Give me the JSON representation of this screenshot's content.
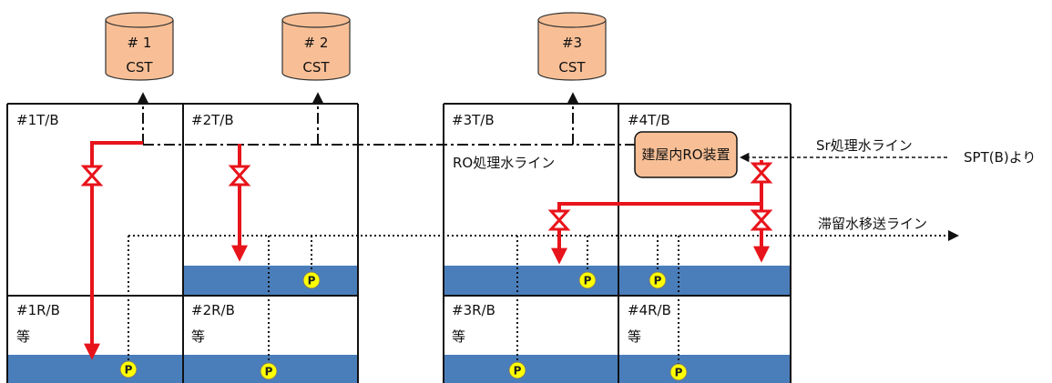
{
  "tanks": [
    {
      "num": "# 1",
      "name": "CST"
    },
    {
      "num": "# 2",
      "name": "CST"
    },
    {
      "num": "#3",
      "name": "CST"
    }
  ],
  "buildings": {
    "turbine": [
      "#1T/B",
      "#2T/B",
      "#3T/B",
      "#4T/B"
    ],
    "reactor": [
      "#1R/B",
      "#2R/B",
      "#3R/B",
      "#4R/B"
    ]
  },
  "etc_label": "等",
  "ro_device": "建屋内RO装置",
  "lines": {
    "sr_treated": "Sr処理水ライン",
    "from_spt": "SPT(B)より",
    "ro_treated": "RO処理水ライン",
    "stagnant_transfer": "滞留水移送ライン"
  },
  "pump_label": "P",
  "colors": {
    "tank_fill": "#F8BF96",
    "water": "#4A7EBB",
    "pipe_red": "#E8141B",
    "pump_fill": "#FFFF00",
    "ro_fill": "#F8BF96"
  }
}
